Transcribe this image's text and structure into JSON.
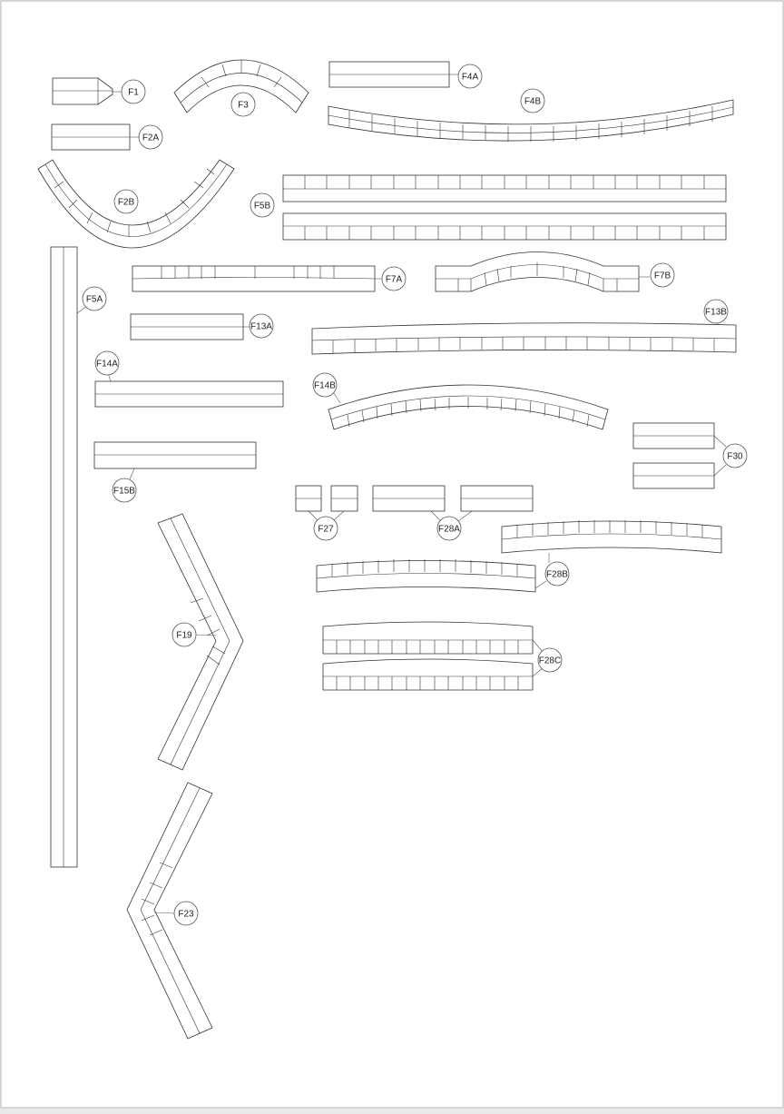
{
  "sheet": {
    "colors": {
      "paper": "#ffffff",
      "line": "#333333",
      "border": "#bbbbbb"
    },
    "labels": {
      "f1": "F1",
      "f2a": "F2A",
      "f2b": "F2B",
      "f3": "F3",
      "f4a": "F4A",
      "f4b": "F4B",
      "f5a": "F5A",
      "f5b": "F5B",
      "f7a": "F7A",
      "f7b": "F7B",
      "f13a": "F13A",
      "f13b": "F13B",
      "f14a": "F14A",
      "f14b": "F14B",
      "f15b": "F15B",
      "f19": "F19",
      "f23": "F23",
      "f27": "F27",
      "f28a": "F28A",
      "f28b": "F28B",
      "f28c": "F28C",
      "f30": "F30"
    }
  }
}
